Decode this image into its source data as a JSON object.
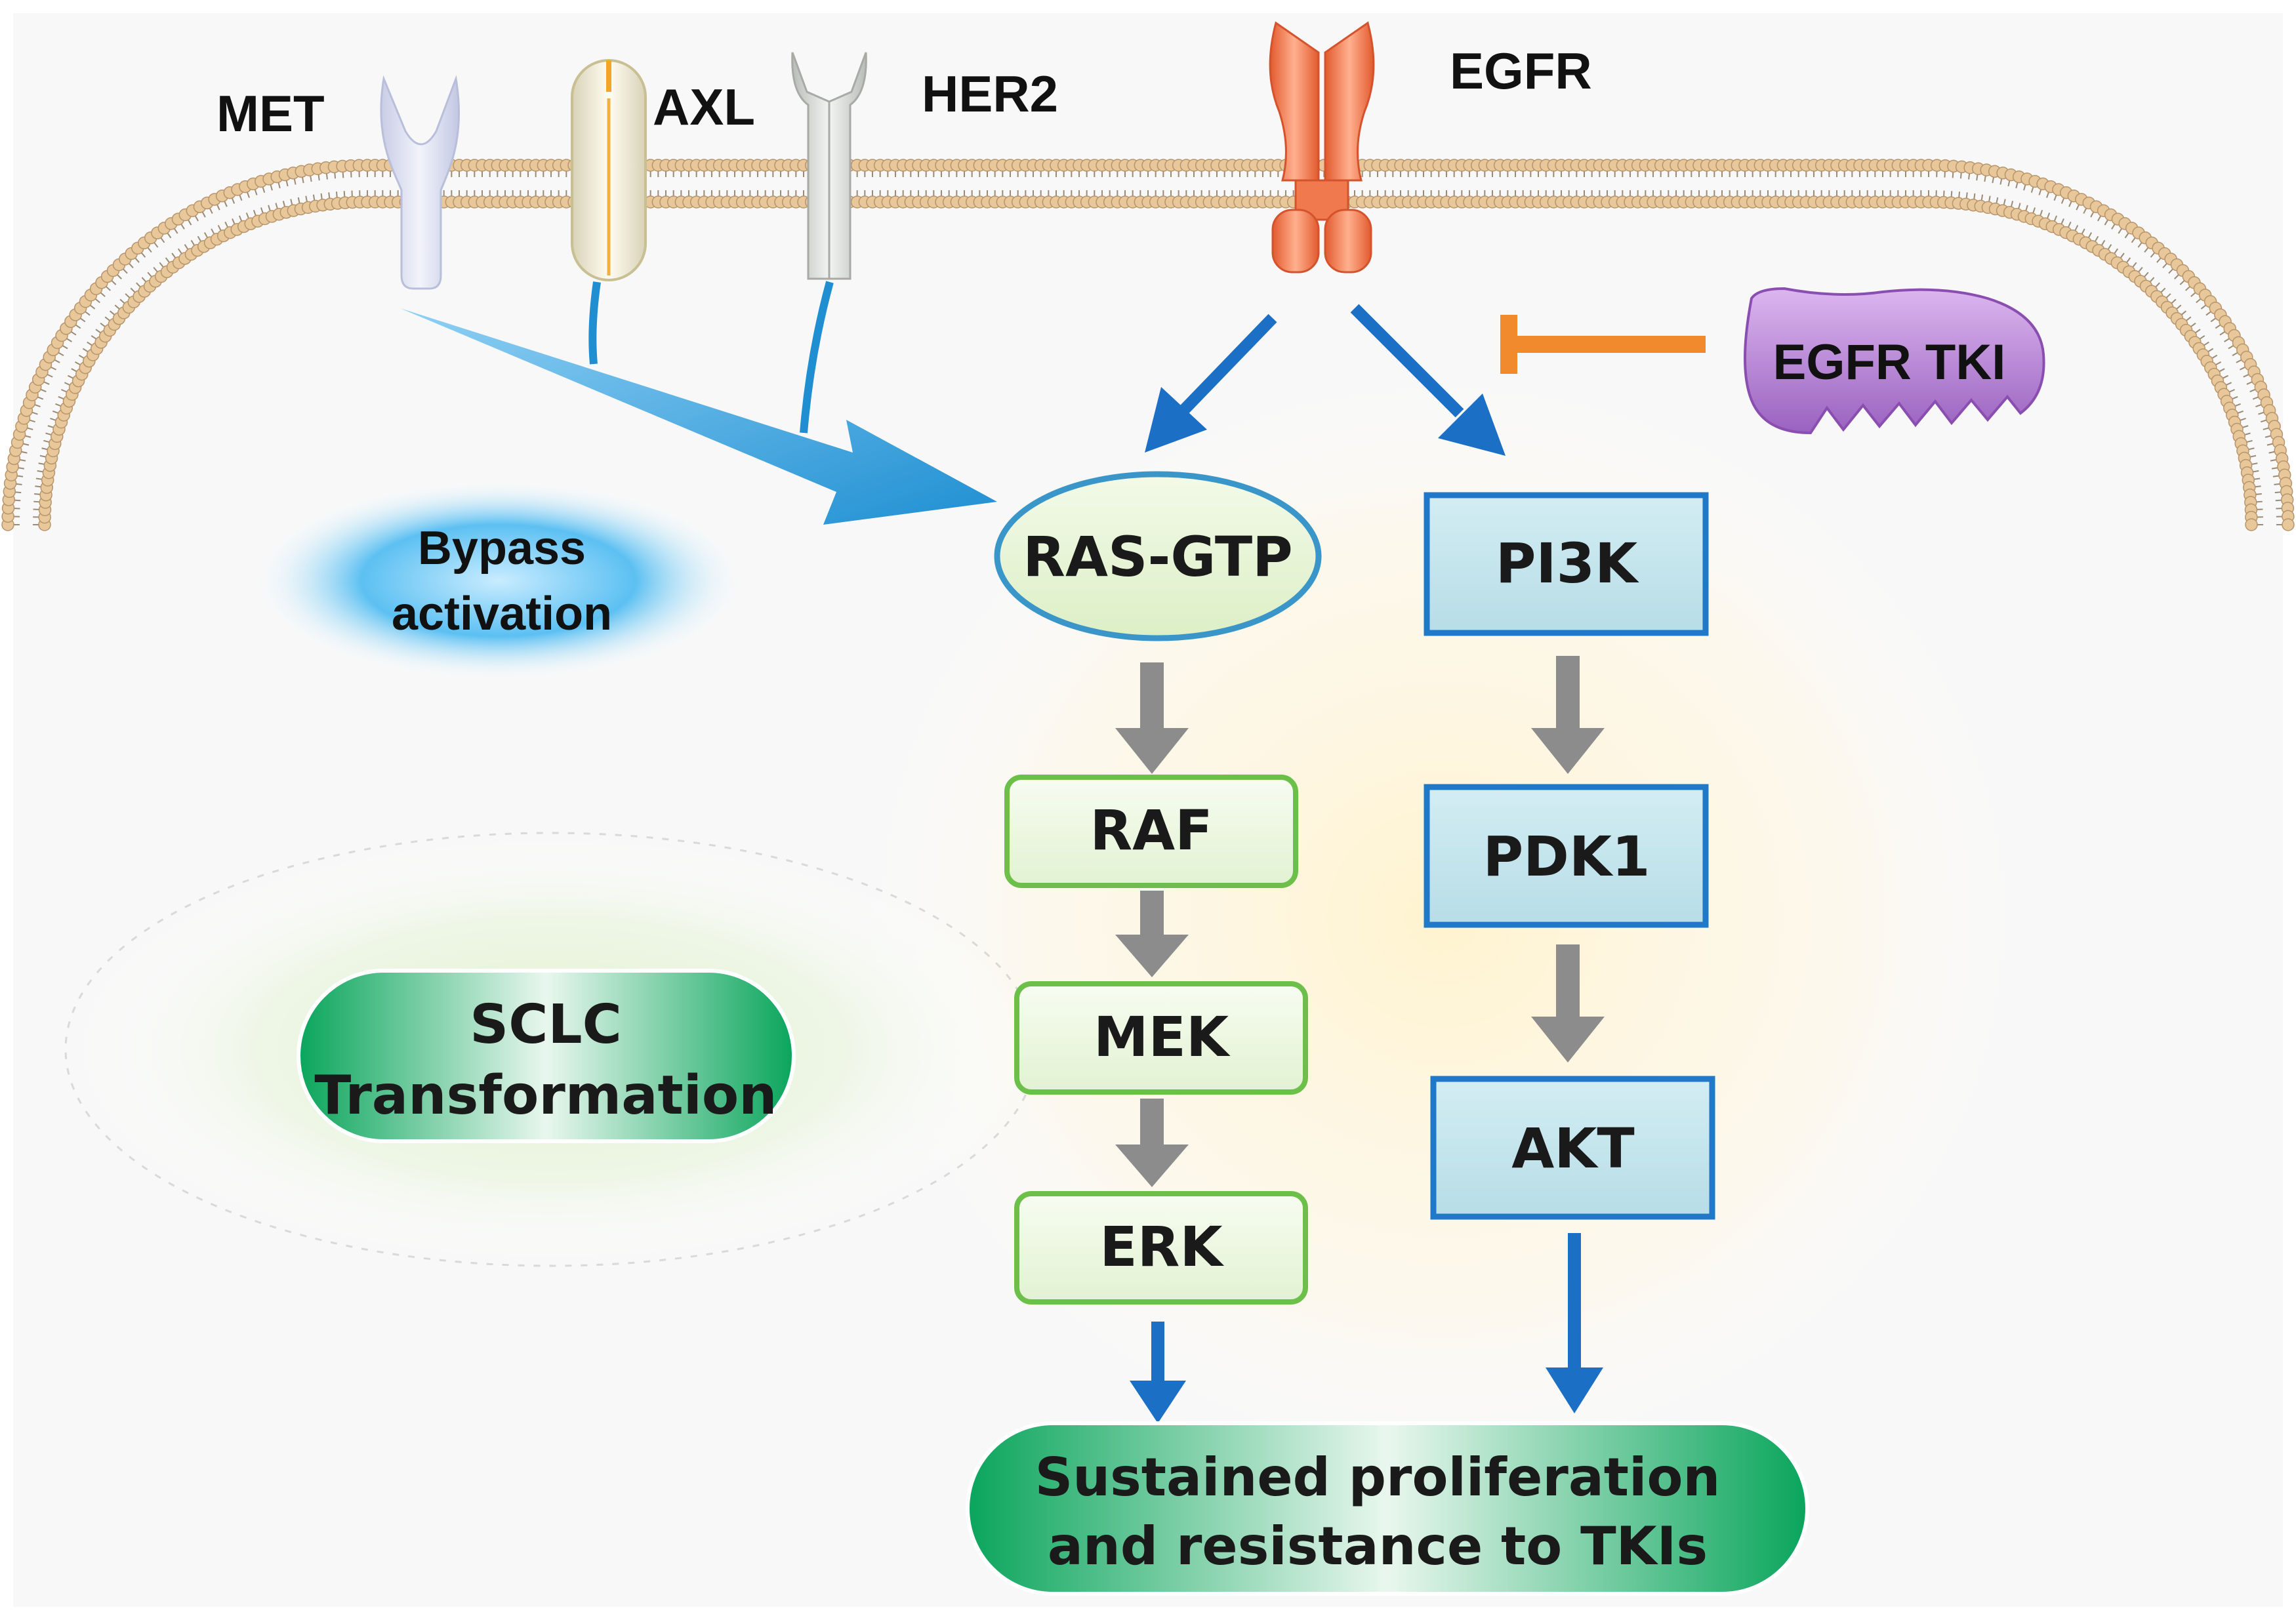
{
  "receptors": {
    "met": "MET",
    "axl": "AXL",
    "her2": "HER2",
    "egfr": "EGFR"
  },
  "inhibitor": "EGFR TKI",
  "bypass": [
    "Bypass",
    "activation"
  ],
  "sclc": [
    "SCLC",
    "Transformation"
  ],
  "mapk": {
    "ras": "RAS-GTP",
    "raf": "RAF",
    "mek": "MEK",
    "erk": "ERK"
  },
  "pi3k_path": {
    "pi3k": "PI3K",
    "pdk1": "PDK1",
    "akt": "AKT"
  },
  "outcome": [
    "Sustained proliferation",
    "and resistance to TKIs"
  ],
  "colors": {
    "membrane_head": "#e8c79a",
    "arrow_blue": "#1b6fc4",
    "bypass_blue": "#2a9ad8",
    "arrow_gray": "#8c8c8c",
    "inhibit_orange": "#f08a2c",
    "tki_purple": "#b27fd1",
    "mapk_border": "#6cc04a",
    "pi3k_border": "#1f78c8",
    "outcome_green": "#17a862"
  }
}
